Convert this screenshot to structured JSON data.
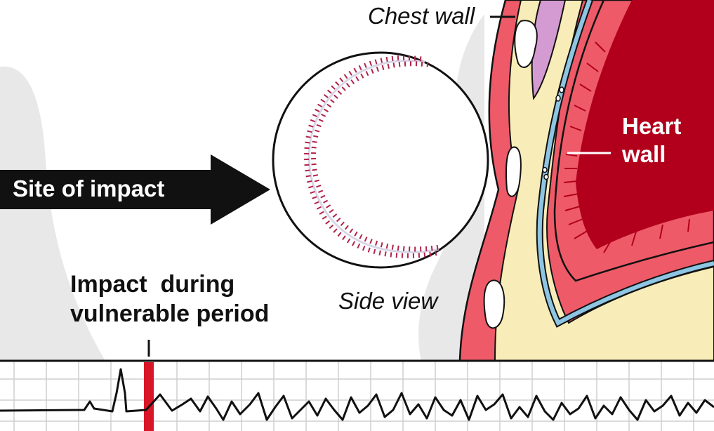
{
  "labels": {
    "chest_wall": "Chest wall",
    "heart_wall": "Heart\nwall",
    "site_of_impact": "Site of impact",
    "impact_title": "Impact  during\nvulnerable period",
    "side_view": "Side view"
  },
  "colors": {
    "muscle_red": "#ee5a68",
    "heart_dark": "#b2001c",
    "fat_yellow": "#f8edb8",
    "vessel_blue": "#8ec5e3",
    "lung_purple": "#d49bd2",
    "marker_red": "#d91628",
    "stitch": "#b0244a",
    "ghost_grey": "#dedede",
    "ink": "#111111"
  }
}
